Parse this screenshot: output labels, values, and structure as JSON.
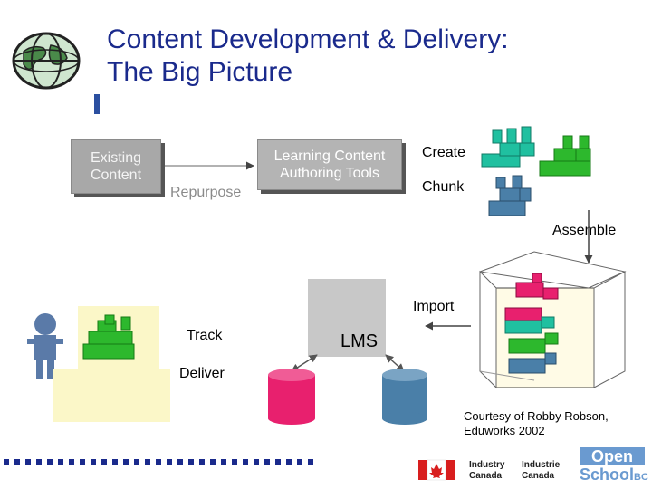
{
  "title": {
    "line1": "Content Development & Delivery:",
    "line2": "The Big Picture"
  },
  "nodes": {
    "existing_content": "Existing\nContent",
    "authoring_tools": "Learning Content\nAuthoring Tools",
    "lms": "LMS"
  },
  "labels": {
    "repurpose": "Repurpose",
    "create": "Create",
    "chunk": "Chunk",
    "assemble": "Assemble",
    "import": "Import",
    "track": "Track",
    "deliver": "Deliver"
  },
  "credit": {
    "line1": "Courtesy of Robby Robson,",
    "line2": "Eduworks 2002"
  },
  "logos": {
    "industry_canada_en": "Industry\nCanada",
    "industry_canada_fr": "Industrie\nCanada",
    "open_school_open": "Open",
    "open_school_school": "School",
    "open_school_bc": "BC"
  },
  "colors": {
    "title": "#1a2a8c",
    "teal": "#20c0a0",
    "green": "#2db82d",
    "steel": "#4a7fa8",
    "pink": "#e8206e",
    "lms_box": "#c8c8c8",
    "monitor": "#fbf7c8",
    "person": "#5a7aa8"
  }
}
